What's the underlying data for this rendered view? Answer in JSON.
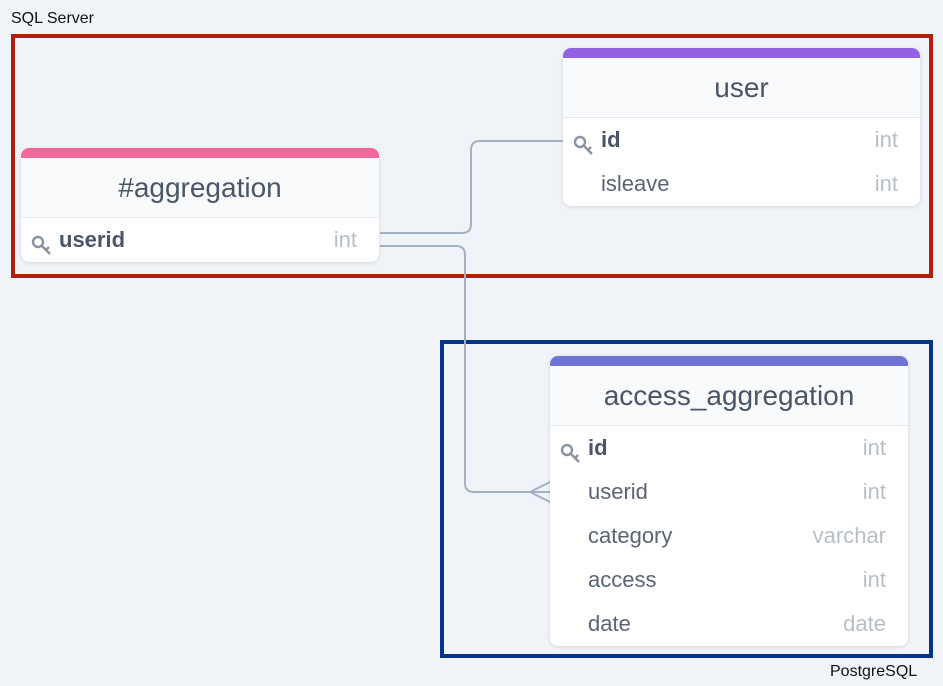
{
  "regions": {
    "sql_server": {
      "label": "SQL Server",
      "border_color": "#b21f05"
    },
    "postgresql": {
      "label": "PostgreSQL",
      "border_color": "#063587"
    }
  },
  "tables": {
    "user": {
      "name": "user",
      "accent": "#9461e0",
      "fields": [
        {
          "name": "id",
          "type": "int",
          "pk": true
        },
        {
          "name": "isleave",
          "type": "int",
          "pk": false
        }
      ]
    },
    "aggregation": {
      "name": "#aggregation",
      "accent": "#f0689a",
      "fields": [
        {
          "name": "userid",
          "type": "int",
          "pk": true
        }
      ]
    },
    "access_aggregation": {
      "name": "access_aggregation",
      "accent": "#6d74d6",
      "fields": [
        {
          "name": "id",
          "type": "int",
          "pk": true
        },
        {
          "name": "userid",
          "type": "int",
          "pk": false
        },
        {
          "name": "category",
          "type": "varchar",
          "pk": false
        },
        {
          "name": "access",
          "type": "int",
          "pk": false
        },
        {
          "name": "date",
          "type": "date",
          "pk": false
        }
      ]
    }
  },
  "relations": [
    {
      "from": "#aggregation.userid",
      "to": "user.id",
      "kind": "one-to-one"
    },
    {
      "from": "#aggregation.userid",
      "to": "access_aggregation.userid",
      "kind": "one-to-many"
    }
  ]
}
